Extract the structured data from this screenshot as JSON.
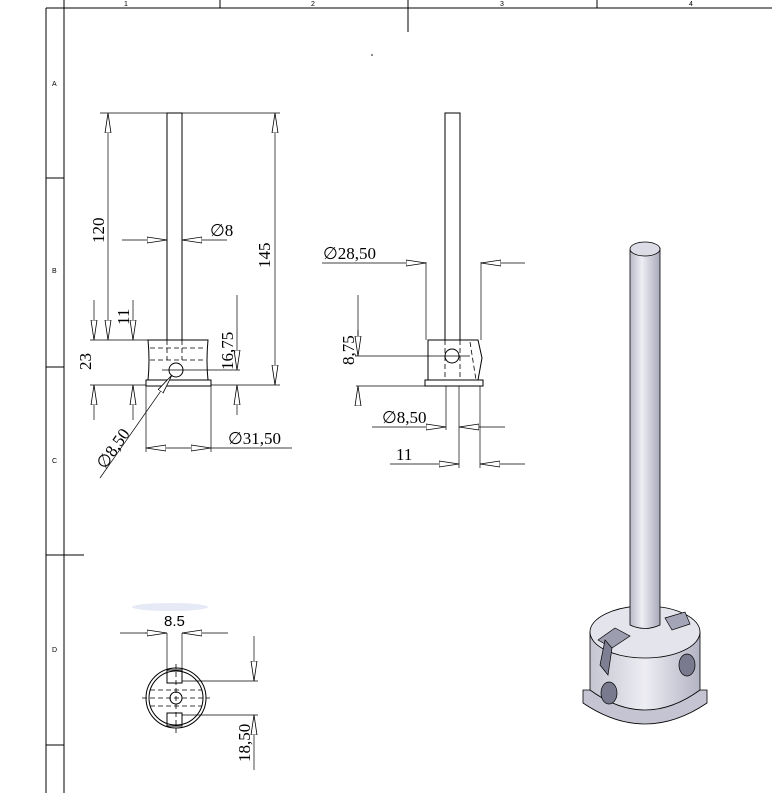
{
  "frame": {
    "columns": [
      "1",
      "2",
      "3",
      "4"
    ],
    "rows": [
      "A",
      "B",
      "C",
      "D"
    ]
  },
  "front_view": {
    "height_rod": "120",
    "height_total": "145",
    "rod_diameter": "∅8",
    "head_step": "11",
    "head_height": "23",
    "hole_height": "16,75",
    "hole_diameter": "∅8,50",
    "head_diameter": "∅31,50"
  },
  "side_view": {
    "body_diameter": "∅28,50",
    "hole_height": "8,75",
    "hole_diameter": "∅8,50",
    "slot_width": "11"
  },
  "top_view": {
    "slot_width": "8.5",
    "offset": "18,50"
  },
  "colors": {
    "line": "#000000",
    "part_shade": "#c9c9d6",
    "part_light": "#eeeef4"
  }
}
